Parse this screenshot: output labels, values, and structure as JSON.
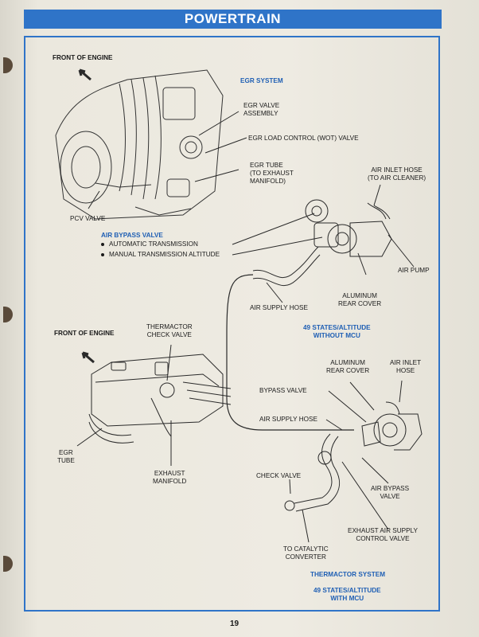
{
  "header": {
    "title": "POWERTRAIN"
  },
  "page_number": "19",
  "top_section": {
    "front_of_engine": "FRONT OF ENGINE",
    "system_title": "EGR SYSTEM",
    "egr_valve_assembly": "EGR VALVE\nASSEMBLY",
    "egr_load_control": "EGR LOAD CONTROL (WOT) VALVE",
    "egr_tube": "EGR TUBE\n(TO EXHAUST\nMANIFOLD)",
    "pcv_valve": "PCV VALVE",
    "air_bypass_valve": "AIR BYPASS VALVE",
    "automatic_transmission": "AUTOMATIC TRANSMISSION",
    "manual_transmission": "MANUAL TRANSMISSION ALTITUDE",
    "air_inlet_hose": "AIR INLET HOSE\n(TO AIR CLEANER)",
    "air_pump": "AIR PUMP",
    "aluminum_rear_cover": "ALUMINUM\nREAR COVER",
    "air_supply_hose": "AIR SUPPLY HOSE",
    "variant_title": "49 STATES/ALTITUDE\nWITHOUT MCU"
  },
  "bottom_section": {
    "front_of_engine": "FRONT OF ENGINE",
    "thermactor_check_valve": "THERMACTOR\nCHECK VALVE",
    "aluminum_rear_cover": "ALUMINUM\nREAR COVER",
    "air_inlet_hose": "AIR INLET\nHOSE",
    "bypass_valve": "BYPASS VALVE",
    "air_supply_hose": "AIR SUPPLY HOSE",
    "egr_tube": "EGR\nTUBE",
    "exhaust_manifold": "EXHAUST\nMANIFOLD",
    "check_valve": "CHECK VALVE",
    "air_bypass_valve": "AIR BYPASS\nVALVE",
    "exhaust_air_supply": "EXHAUST AIR SUPPLY\nCONTROL VALVE",
    "to_catalytic_converter": "TO CATALYTIC\nCONVERTER",
    "system_title": "THERMACTOR SYSTEM",
    "variant_title": "49 STATES/ALTITUDE\nWITH MCU"
  },
  "colors": {
    "accent_blue": "#2f74c8",
    "label_blue": "#1f5fb4"
  }
}
